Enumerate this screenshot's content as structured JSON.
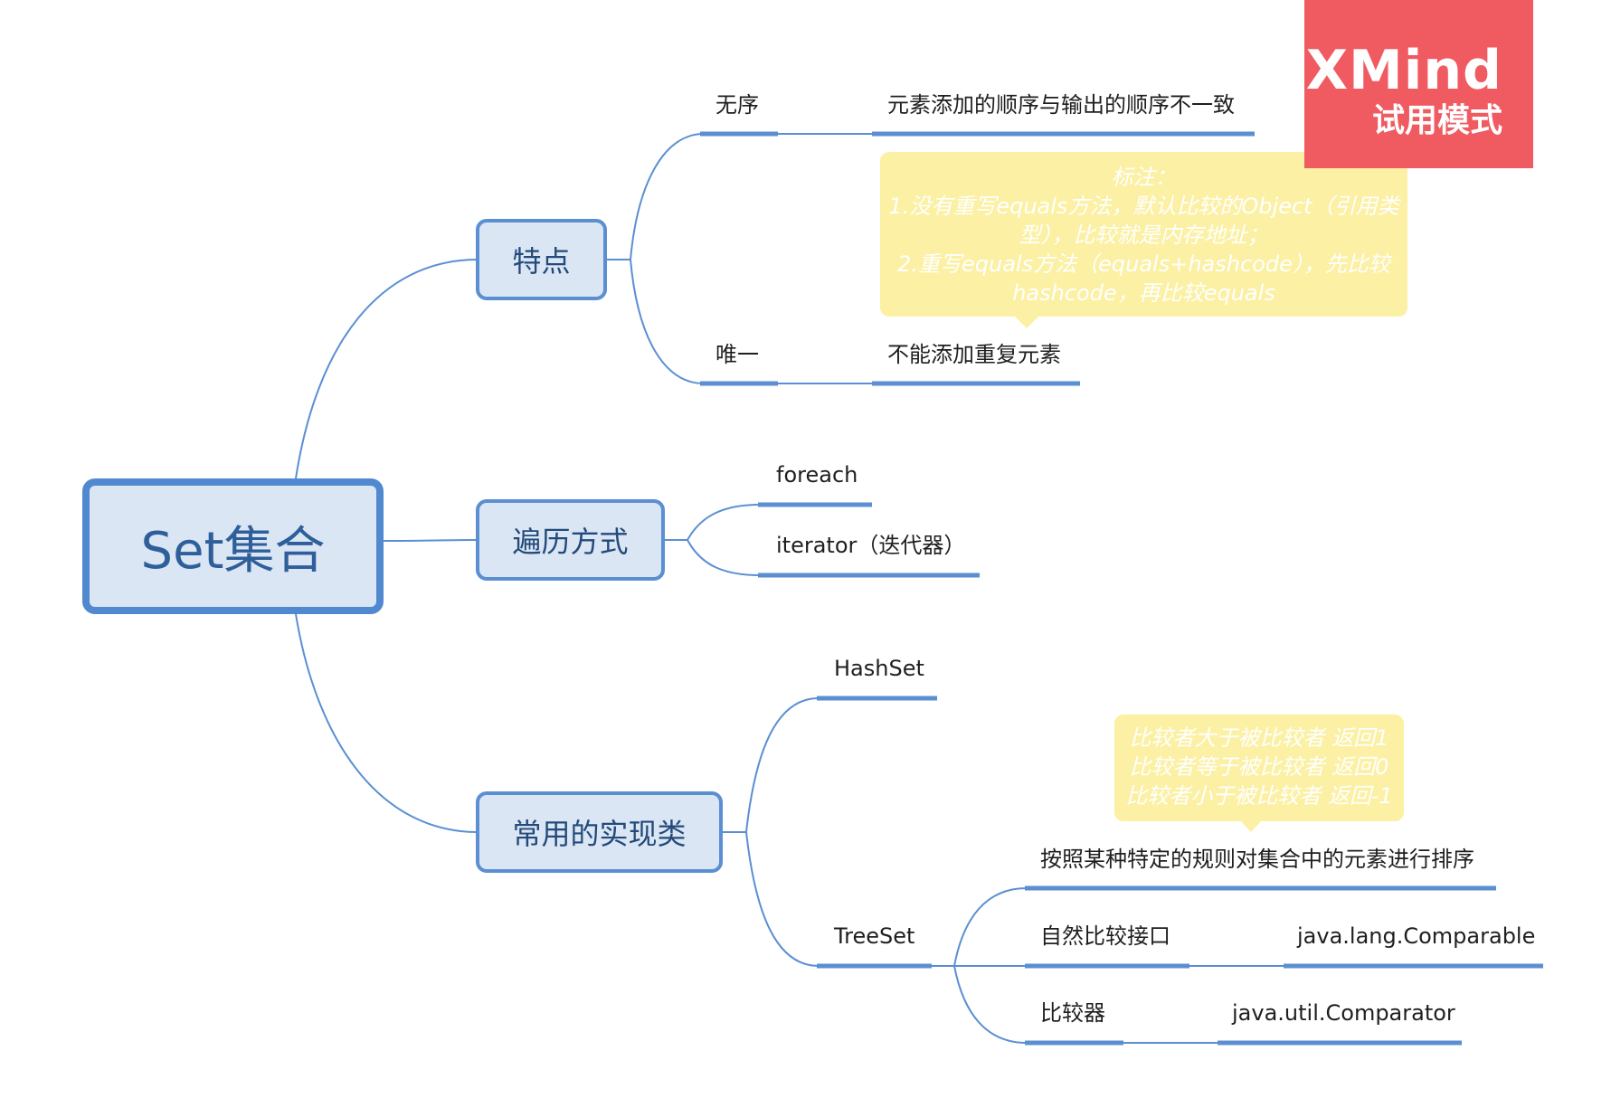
{
  "root": {
    "label": "Set集合"
  },
  "branches": {
    "features": {
      "label": "特点",
      "unordered": {
        "label": "无序",
        "detail": "元素添加的顺序与输出的顺序不一致"
      },
      "unique": {
        "label": "唯一",
        "detail": "不能添加重复元素"
      }
    },
    "traversal": {
      "label": "遍历方式",
      "foreach": "foreach",
      "iterator": "iterator（迭代器）"
    },
    "impls": {
      "label": "常用的实现类",
      "hashset": "HashSet",
      "treeset": {
        "label": "TreeSet",
        "sort_rule": "按照某种特定的规则对集合中的元素进行排序",
        "natural": {
          "label": "自然比较接口",
          "value": "java.lang.Comparable"
        },
        "comparator": {
          "label": "比较器",
          "value": "java.util.Comparator"
        }
      }
    }
  },
  "notes": {
    "uniqueness": {
      "lines": [
        "标注：",
        "1.没有重写equals方法，默认比较的Object（引用类",
        "型），比较就是内存地址；",
        "2.重写equals方法（equals+hashcode），先比较",
        "hashcode，再比较equals"
      ]
    },
    "compare_result": {
      "lines": [
        "比较者大于被比较者 返回1",
        "比较者等于被比较者 返回0",
        "比较者小于被比较者 返回-1"
      ]
    }
  },
  "watermark": {
    "logo": "XMind",
    "subtitle": "试用模式"
  },
  "colors": {
    "line": "#5b8fd2",
    "node_fill": "#dbe6f4",
    "note_fill": "#fbf0a3",
    "badge": "#f05b62"
  }
}
